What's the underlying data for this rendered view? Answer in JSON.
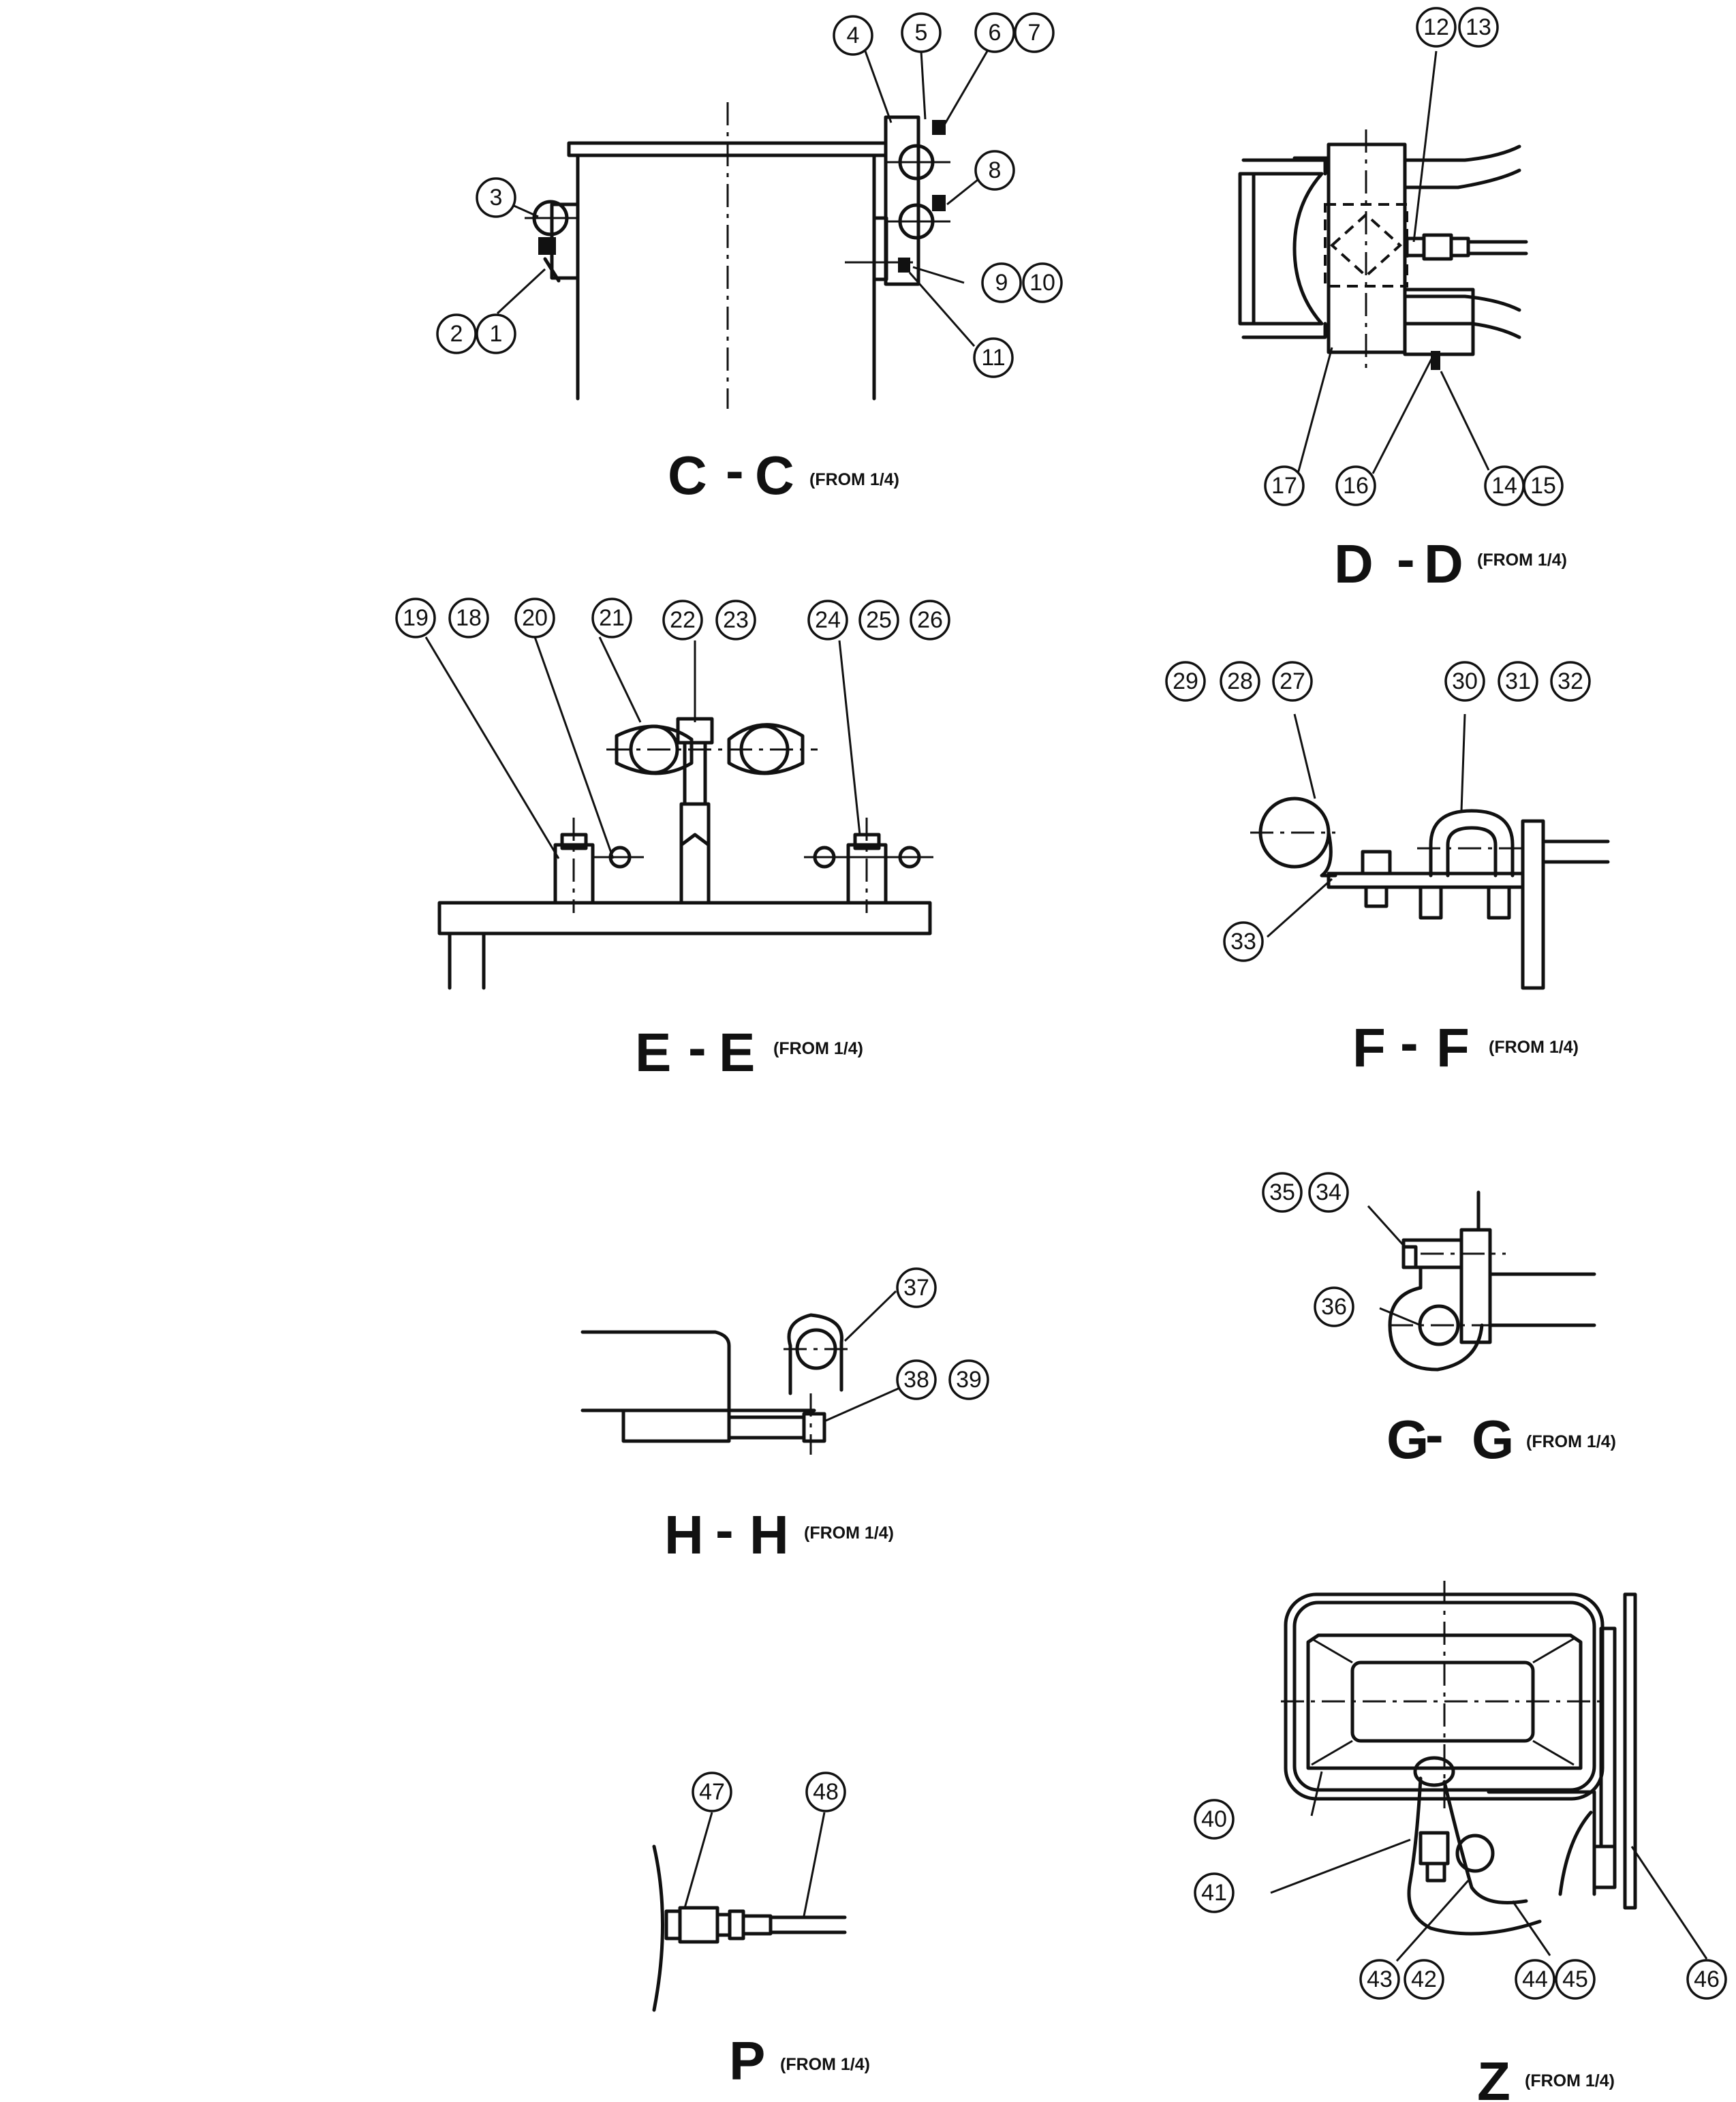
{
  "views": [
    {
      "id": "C-C",
      "letter_a": "C",
      "letter_b": "C",
      "ref": "(FROM 1/4)"
    },
    {
      "id": "D-D",
      "letter_a": "D",
      "letter_b": "D",
      "ref": "(FROM 1/4)"
    },
    {
      "id": "E-E",
      "letter_a": "E",
      "letter_b": "E",
      "ref": "(FROM 1/4)"
    },
    {
      "id": "F-F",
      "letter_a": "F",
      "letter_b": "F",
      "ref": "(FROM 1/4)"
    },
    {
      "id": "G-G",
      "letter_a": "G",
      "letter_b": "G",
      "ref": "(FROM 1/4)"
    },
    {
      "id": "H-H",
      "letter_a": "H",
      "letter_b": "H",
      "ref": "(FROM 1/4)"
    },
    {
      "id": "P",
      "letter_a": "P",
      "ref": "(FROM 1/4)"
    },
    {
      "id": "Z",
      "letter_a": "Z",
      "ref": "(FROM 1/4)"
    }
  ],
  "callouts": {
    "c1": "1",
    "c2": "2",
    "c3": "3",
    "c4": "4",
    "c5": "5",
    "c6": "6",
    "c7": "7",
    "c8": "8",
    "c9": "9",
    "c10": "10",
    "c11": "11",
    "c12": "12",
    "c13": "13",
    "c14": "14",
    "c15": "15",
    "c16": "16",
    "c17": "17",
    "c18": "18",
    "c19": "19",
    "c20": "20",
    "c21": "21",
    "c22": "22",
    "c23": "23",
    "c24": "24",
    "c25": "25",
    "c26": "26",
    "c27": "27",
    "c28": "28",
    "c29": "29",
    "c30": "30",
    "c31": "31",
    "c32": "32",
    "c33": "33",
    "c34": "34",
    "c35": "35",
    "c36": "36",
    "c37": "37",
    "c38": "38",
    "c39": "39",
    "c40": "40",
    "c41": "41",
    "c42": "42",
    "c43": "43",
    "c44": "44",
    "c45": "45",
    "c46": "46",
    "c47": "47",
    "c48": "48"
  }
}
